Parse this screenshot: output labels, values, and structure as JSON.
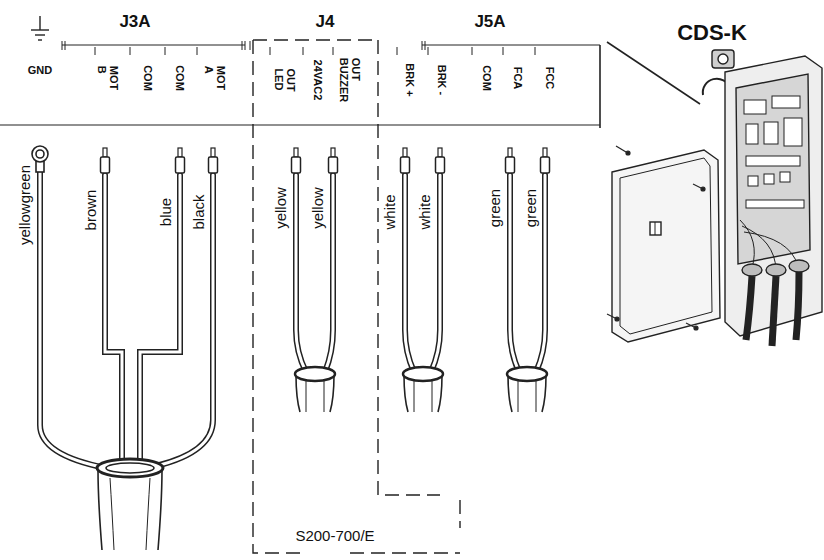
{
  "diagram": {
    "labels": [
      "J3A",
      "J4",
      "J5A",
      "CDS-K",
      "GND",
      "MOT B",
      "COM",
      "COM",
      "MOT A",
      "OUT LED",
      "24VAC2",
      "OUT BUZZER",
      "BRK +",
      "BRK -",
      "COM",
      "FCA",
      "FCC",
      "yellowgreen",
      "brown",
      "blue",
      "black",
      "yellow",
      "yellow",
      "white",
      "white",
      "green",
      "green",
      "S200-700/E"
    ]
  }
}
